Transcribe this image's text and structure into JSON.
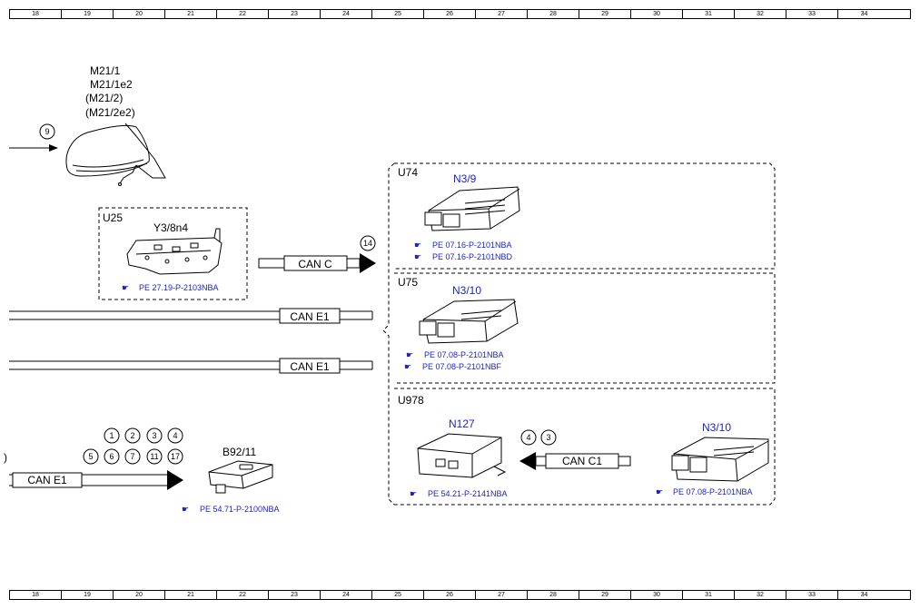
{
  "ruler": [
    "18",
    "19",
    "20",
    "21",
    "22",
    "23",
    "24",
    "25",
    "26",
    "27",
    "28",
    "29",
    "30",
    "31",
    "32",
    "33",
    "34"
  ],
  "mirror": {
    "codes": [
      "M21/1",
      "M21/1e2",
      "(M21/2)",
      "(M21/2e2)"
    ],
    "circle": "9"
  },
  "u25": {
    "group": "U25",
    "code": "Y3/8n4",
    "ref": "PE 27.19-P-2103NBA"
  },
  "can_c": {
    "label": "CAN C",
    "circle": "14"
  },
  "can_e1_lines": [
    "CAN E1",
    "CAN E1"
  ],
  "bottom_left": {
    "circles_row1": [
      "1",
      "2",
      "3",
      "4"
    ],
    "circles_row2": [
      "5",
      "6",
      "7",
      "11",
      "17"
    ],
    "partial_circle": ")",
    "bus_label": "CAN E1",
    "device_code": "B92/11",
    "ref": "PE 54.71-P-2100NBA"
  },
  "u74": {
    "group": "U74",
    "code": "N3/9",
    "refs": [
      "PE 07.16-P-2101NBA",
      "PE 07.16-P-2101NBD"
    ]
  },
  "u75": {
    "group": "U75",
    "code": "N3/10",
    "refs": [
      "PE 07.08-P-2101NBA",
      "PE 07.08-P-2101NBF"
    ]
  },
  "u978": {
    "group": "U978",
    "left_code": "N127",
    "left_ref": "PE 54.21-P-2141NBA",
    "right_code": "N3/10",
    "right_ref": "PE 07.08-P-2101NBA",
    "bus_label": "CAN C1",
    "circles": [
      "4",
      "3"
    ]
  }
}
